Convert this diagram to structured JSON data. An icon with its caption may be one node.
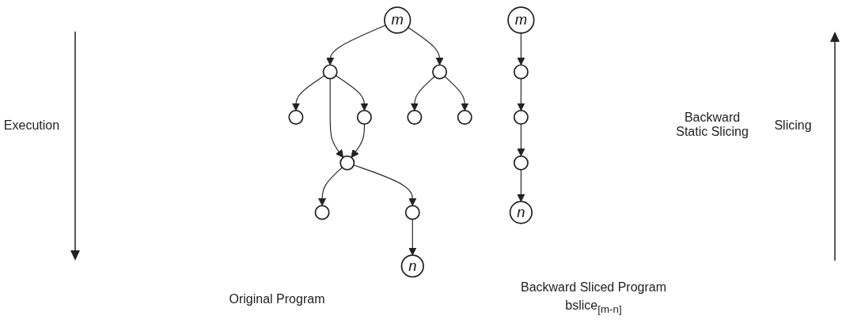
{
  "diagram": {
    "nodes": [
      {
        "text": [
          "*m*"
        ]
      },
      {
        "text": [],
        "shape": "circle"
      },
      {
        "text": [],
        "shape": "circle"
      },
      {
        "text": [],
        "shape": "circle"
      },
      {
        "text": [],
        "shape": "circle"
      },
      {
        "text": [],
        "shape": "circle"
      },
      {
        "text": [],
        "shape": "circle"
      },
      {
        "text": [],
        "shape": "circle"
      },
      {
        "text": [],
        "shape": "circle"
      },
      {
        "text": [],
        "shape": "circle"
      },
      {
        "text": [
          "*n*"
        ]
      },
      {
        "text": [
          "*m*"
        ]
      },
      {
        "text": [],
        "shape": "circle"
      },
      {
        "text": [],
        "shape": "circle"
      },
      {
        "text": [],
        "shape": "circle"
      },
      {
        "text": [
          "*n*"
        ]
      }
    ],
    "edges": [
      {
        "from": 0,
        "to": 1,
        "arrow": "to"
      },
      {
        "from": 0,
        "to": 2,
        "arrow": "to"
      },
      {
        "from": 1,
        "to": 3,
        "arrow": "to"
      },
      {
        "from": 1,
        "to": 4,
        "arrow": "to"
      },
      {
        "from": 1,
        "to": 7,
        "arrow": "to"
      },
      {
        "from": 2,
        "to": 5,
        "arrow": "to"
      },
      {
        "from": 2,
        "to": 6,
        "arrow": "to"
      },
      {
        "from": 7,
        "to": 4,
        "arrow": "to"
      },
      {
        "from": 4,
        "to": 8,
        "arrow": "to"
      },
      {
        "from": 4,
        "to": 9,
        "arrow": "to"
      },
      {
        "from": 9,
        "to": 10,
        "arrow": "to"
      },
      {
        "from": 11,
        "to": 12,
        "arrow": "to"
      },
      {
        "from": 12,
        "to": 13,
        "arrow": "to"
      },
      {
        "from": 13,
        "to": 14,
        "arrow": "to"
      },
      {
        "from": 14,
        "to": 15,
        "arrow": "to"
      }
    ],
    "labels": [
      "Execution",
      "Backward Static Slicing",
      "Slicing",
      "Original Program",
      "Backward Sliced Program",
      "bslice$_{[m-n]}$"
    ]
  }
}
